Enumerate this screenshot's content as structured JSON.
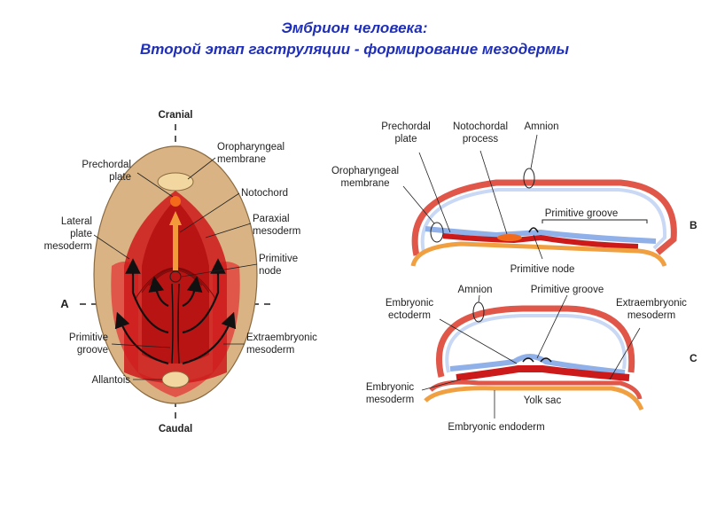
{
  "title_line1": "Эмбрион человека:",
  "title_line2": "Второй этап гаструляции - формирование мезодермы",
  "fig_a": {
    "cranial": "Cranial",
    "caudal": "Caudal",
    "section_a": "A",
    "prechordal_plate": [
      "Prechordal",
      "plate"
    ],
    "oropharyngeal_membrane": [
      "Oropharyngeal",
      "membrane"
    ],
    "notochord": "Notochord",
    "paraxial_mesoderm": [
      "Paraxial",
      "mesoderm"
    ],
    "lateral_plate_mesoderm": [
      "Lateral",
      "plate",
      "mesoderm"
    ],
    "primitive_node": [
      "Primitive",
      "node"
    ],
    "primitive_groove": [
      "Primitive",
      "groove"
    ],
    "extraembryonic_mesoderm": [
      "Extraembryonic",
      "mesoderm"
    ],
    "allantois": "Allantois"
  },
  "fig_b": {
    "section_b": "B",
    "prechordal_plate": [
      "Prechordal",
      "plate"
    ],
    "notochordal_process": [
      "Notochordal",
      "process"
    ],
    "amnion": "Amnion",
    "oropharyngeal_membrane": [
      "Oropharyngeal",
      "membrane"
    ],
    "primitive_groove": "Primitive groove",
    "primitive_node": "Primitive node"
  },
  "fig_c": {
    "section_c": "C",
    "embryonic_ectoderm": [
      "Embryonic",
      "ectoderm"
    ],
    "amnion": "Amnion",
    "primitive_groove": "Primitive groove",
    "extraembryonic_mesoderm": [
      "Extraembryonic",
      "mesoderm"
    ],
    "embryonic_mesoderm": [
      "Embryonic",
      "mesoderm"
    ],
    "yolk_sac": "Yolk sac",
    "embryonic_endoderm": "Embryonic endoderm"
  },
  "colors": {
    "title": "#1f2fb8",
    "disc_tan": "#d9b384",
    "mesoderm_red": "#cc1a1a",
    "mesoderm_light": "#e0574a",
    "ectoderm_blue": "#8fb0e8",
    "endoderm_orange": "#f0a040",
    "allantois": "#f2d8a0"
  }
}
